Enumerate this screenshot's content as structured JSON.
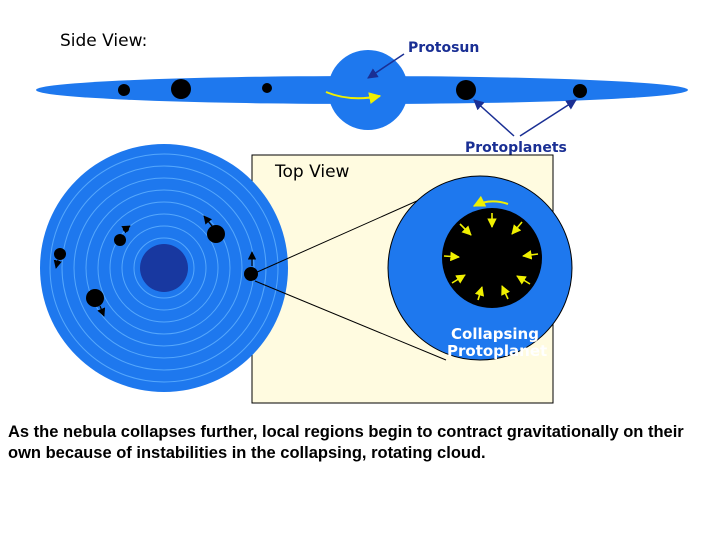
{
  "labels": {
    "side_view": "Side View:",
    "protosun": "Protosun",
    "protoplanets": "Protoplanets",
    "top_view": "Top View",
    "collapsing_line1": "Collapsing",
    "collapsing_line2": "Protoplanet"
  },
  "caption": "As the nebula collapses further, local regions begin to contract gravitationally on their own because of instabilities in the collapsing, rotating cloud.",
  "colors": {
    "nebula_blue": "#1e78ee",
    "dark_core": "#1838a0",
    "panel_bg": "#fffbe0",
    "label_blue": "#1a2f94",
    "arrow_yellow": "#f0f000",
    "ring_line": "#5fb0ff"
  }
}
